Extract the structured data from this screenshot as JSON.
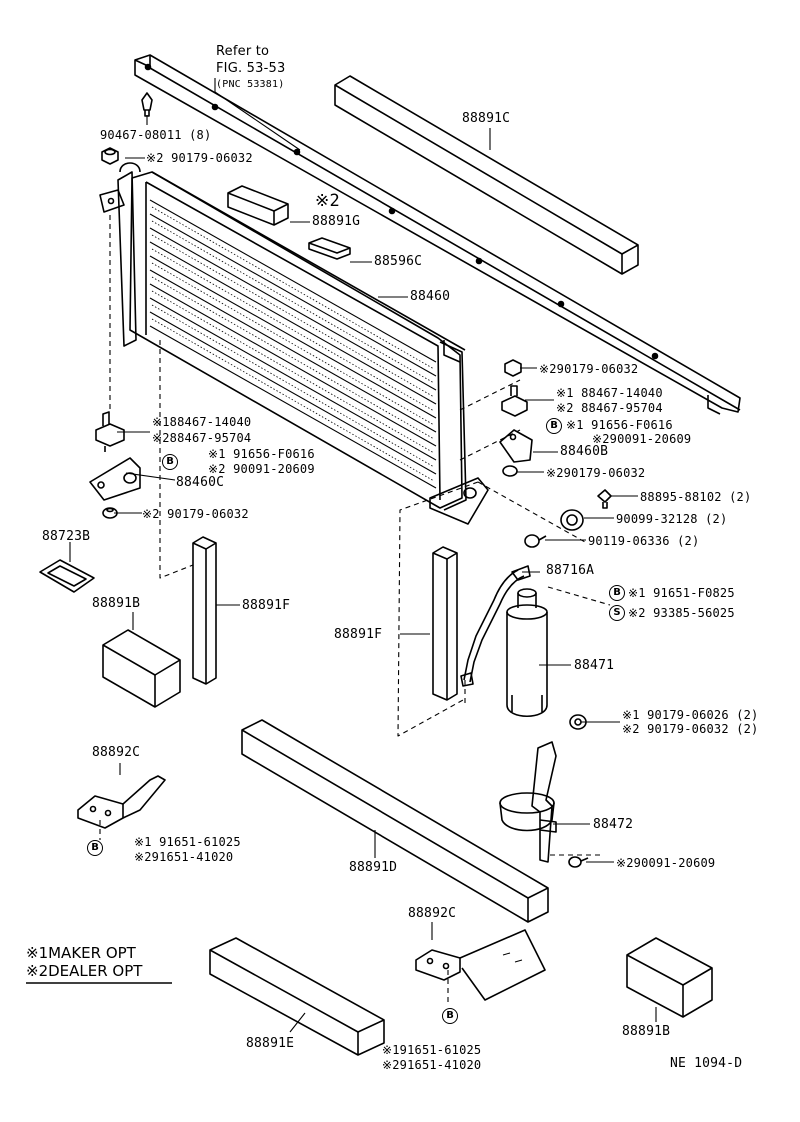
{
  "refer": {
    "line1": "Refer  to",
    "line2": "FIG. 53-53",
    "line3": "(PNC  53381)"
  },
  "labels": {
    "p88891C": "88891C",
    "p90467": "90467-08011 (8)",
    "p90179_top": "※2 90179-06032",
    "star2": "※2",
    "p88891G": "88891G",
    "p88596C": "88596C",
    "p88460": "88460",
    "r90179_a": "※290179-06032",
    "r88467_1": "※1 88467-14040",
    "r88467_2": "※2 88467-95704",
    "r91656_1": "※1 91656-F0616",
    "r90091_1": "※290091-20609",
    "p88460B": "88460B",
    "r90179_b": "※290179-06032",
    "l88467_1": "※188467-14040",
    "l88467_2": "※288467-95704",
    "l91656_1": "※1 91656-F0616",
    "l90091_1": "※2 90091-20609",
    "p88460C": "88460C",
    "l90179": "※2 90179-06032",
    "p88895": "88895-88102 (2)",
    "p90099": "90099-32128 (2)",
    "p90119": "90119-06336 (2)",
    "p88723B": "88723B",
    "p88716A": "88716A",
    "r91651_F": "※1 91651-F0825",
    "r93385": "※2 93385-56025",
    "p88891B_l": "88891B",
    "p88891F_l": "88891F",
    "p88891F_r": "88891F",
    "p88471": "88471",
    "r90179_c1": "※1 90179-06026 (2)",
    "r90179_c2": "※2 90179-06032 (2)",
    "p88892C_l": "88892C",
    "p88472": "88472",
    "l91651_1": "※1 91651-61025",
    "l91651_2": "※291651-41020",
    "p88891D": "88891D",
    "r90091_2": "※290091-20609",
    "p88892C_b": "88892C",
    "p88891E": "88891E",
    "b91651_1": "※191651-61025",
    "b91651_2": "※291651-41020",
    "p88891B_r": "88891B",
    "footer": "NE  1094-D"
  },
  "circle_marks": {
    "bolt": "B",
    "screw": "S"
  },
  "legend": {
    "line1": "※1MAKER OPT",
    "line2": "※2DEALER OPT"
  }
}
